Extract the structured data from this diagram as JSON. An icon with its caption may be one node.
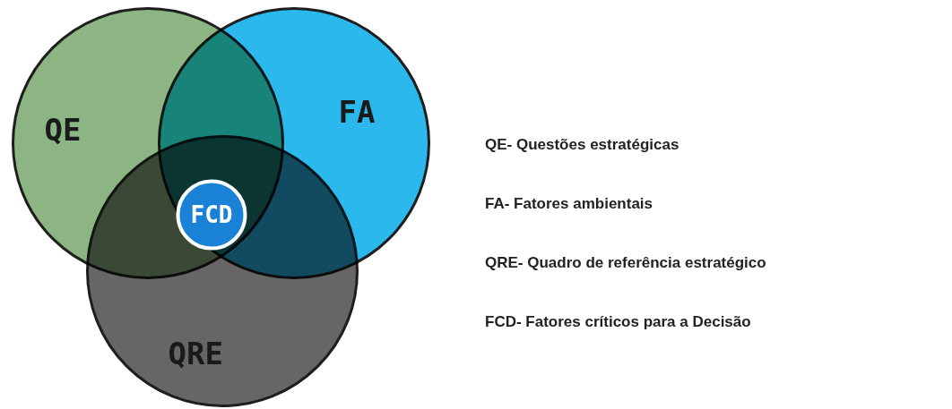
{
  "diagram": {
    "nodes": [
      {
        "text": [
          "QE"
        ]
      },
      {
        "text": [
          "FA"
        ]
      },
      {
        "text": [
          "QRE"
        ]
      },
      {
        "text": [
          "FCD"
        ]
      }
    ],
    "edges": [],
    "labels": [
      "QE- Questões estratégicas",
      "FA- Fatores ambientais",
      "QRE- Quadro de referência estratégico",
      "FCD- Fatores críticos para a Decisão"
    ]
  }
}
